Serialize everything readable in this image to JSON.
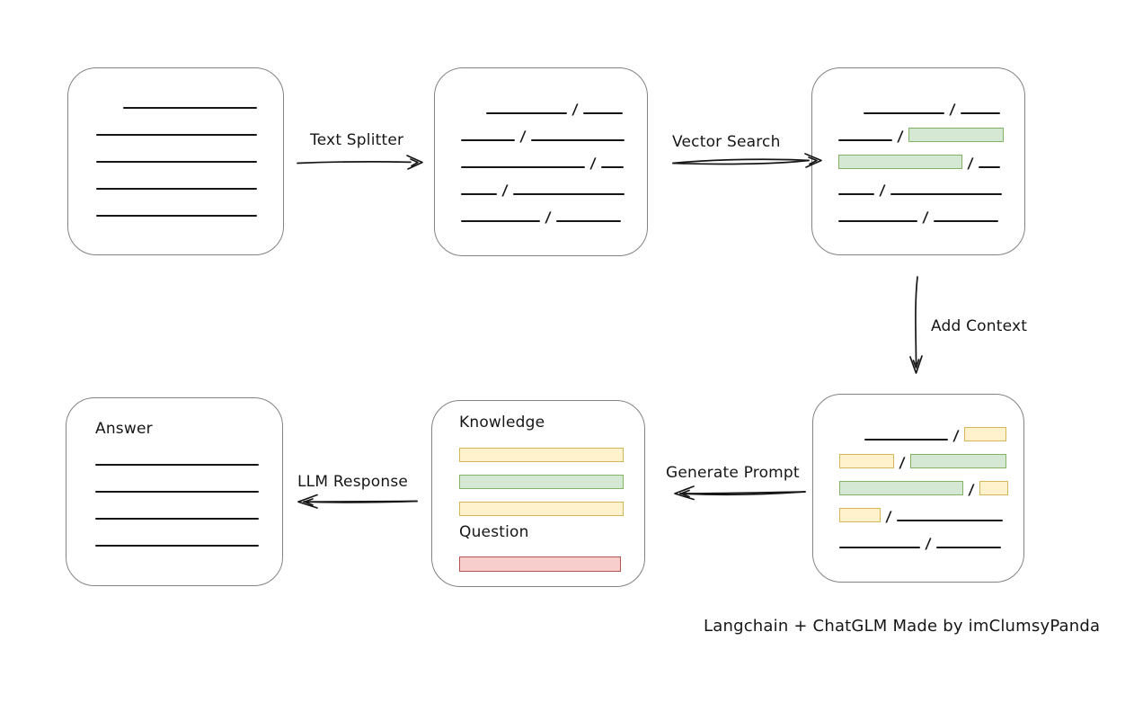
{
  "caption": "Langchain + ChatGLM Made by imClumsyPanda",
  "slash": "/",
  "arrow_labels": {
    "text_splitter": "Text Splitter",
    "vector_search": "Vector Search",
    "add_context": "Add Context",
    "generate_prompt": "Generate Prompt",
    "llm_response": "LLM Response"
  },
  "colors": {
    "ink": "#161616",
    "box_border": "#838383",
    "green_fill": "#d5e8d4",
    "green_border": "#82b366",
    "yellow_fill": "#fff2cc",
    "yellow_border": "#d6b656",
    "red_fill": "#f8cecc",
    "red_border": "#b85450"
  },
  "boxes": {
    "document": {
      "rows": [
        {
          "indent": 30,
          "segs": [
            {
              "t": "line",
              "w": 149
            }
          ]
        },
        {
          "segs": [
            {
              "t": "line",
              "w": 179
            }
          ]
        },
        {
          "segs": [
            {
              "t": "line",
              "w": 179
            }
          ]
        },
        {
          "segs": [
            {
              "t": "line",
              "w": 179
            }
          ]
        },
        {
          "segs": [
            {
              "t": "line",
              "w": 179
            }
          ]
        }
      ]
    },
    "chunks": {
      "rows": [
        {
          "indent": 28,
          "segs": [
            {
              "t": "line",
              "w": 90
            },
            {
              "t": "slash"
            },
            {
              "t": "line",
              "w": 44
            }
          ]
        },
        {
          "segs": [
            {
              "t": "line",
              "w": 60
            },
            {
              "t": "slash"
            },
            {
              "t": "line",
              "w": 104
            }
          ]
        },
        {
          "segs": [
            {
              "t": "line",
              "w": 138
            },
            {
              "t": "slash"
            },
            {
              "t": "line",
              "w": 25
            }
          ]
        },
        {
          "segs": [
            {
              "t": "line",
              "w": 40
            },
            {
              "t": "slash"
            },
            {
              "t": "line",
              "w": 124
            }
          ]
        },
        {
          "segs": [
            {
              "t": "line",
              "w": 88
            },
            {
              "t": "slash"
            },
            {
              "t": "line",
              "w": 72
            }
          ]
        }
      ]
    },
    "retrieved": {
      "rows": [
        {
          "indent": 28,
          "segs": [
            {
              "t": "line",
              "w": 90
            },
            {
              "t": "slash"
            },
            {
              "t": "line",
              "w": 44
            }
          ]
        },
        {
          "segs": [
            {
              "t": "line",
              "w": 60
            },
            {
              "t": "slash"
            },
            {
              "t": "green",
              "w": 106
            }
          ]
        },
        {
          "segs": [
            {
              "t": "green",
              "w": 138
            },
            {
              "t": "slash"
            },
            {
              "t": "line",
              "w": 24
            }
          ]
        },
        {
          "segs": [
            {
              "t": "line",
              "w": 40
            },
            {
              "t": "slash"
            },
            {
              "t": "line",
              "w": 124
            }
          ]
        },
        {
          "segs": [
            {
              "t": "line",
              "w": 88
            },
            {
              "t": "slash"
            },
            {
              "t": "line",
              "w": 72
            }
          ]
        }
      ]
    },
    "context": {
      "rows": [
        {
          "indent": 28,
          "segs": [
            {
              "t": "line",
              "w": 93
            },
            {
              "t": "slash"
            },
            {
              "t": "yellow",
              "w": 47
            }
          ]
        },
        {
          "segs": [
            {
              "t": "yellow",
              "w": 61
            },
            {
              "t": "slash"
            },
            {
              "t": "green",
              "w": 107
            }
          ]
        },
        {
          "segs": [
            {
              "t": "green",
              "w": 138
            },
            {
              "t": "slash"
            },
            {
              "t": "yellow",
              "w": 32
            }
          ]
        },
        {
          "segs": [
            {
              "t": "yellow",
              "w": 46
            },
            {
              "t": "slash"
            },
            {
              "t": "line",
              "w": 118
            }
          ]
        },
        {
          "segs": [
            {
              "t": "line",
              "w": 90
            },
            {
              "t": "slash"
            },
            {
              "t": "line",
              "w": 72
            }
          ]
        }
      ]
    },
    "prompt": {
      "knowledge_label": "Knowledge",
      "question_label": "Question",
      "knowledge_rows": [
        {
          "segs": [
            {
              "t": "yellow",
              "w": 183
            }
          ]
        },
        {
          "segs": [
            {
              "t": "green",
              "w": 183
            }
          ]
        },
        {
          "segs": [
            {
              "t": "yellow",
              "w": 183
            }
          ]
        }
      ],
      "question_rows": [
        {
          "segs": [
            {
              "t": "red",
              "w": 180
            }
          ]
        }
      ]
    },
    "answer": {
      "label": "Answer",
      "rows": [
        {
          "segs": [
            {
              "t": "line",
              "w": 182
            }
          ]
        },
        {
          "segs": [
            {
              "t": "line",
              "w": 182
            }
          ]
        },
        {
          "segs": [
            {
              "t": "line",
              "w": 182
            }
          ]
        },
        {
          "segs": [
            {
              "t": "line",
              "w": 182
            }
          ]
        }
      ]
    }
  }
}
